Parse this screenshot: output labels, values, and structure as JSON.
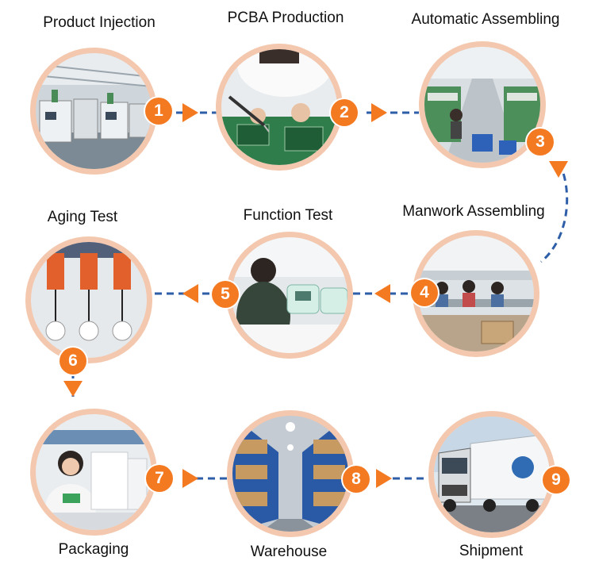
{
  "steps": [
    {
      "num": "1",
      "label": "Product Injection",
      "icon": "injection-machines-photo"
    },
    {
      "num": "2",
      "label": "PCBA Production",
      "icon": "soldering-pcb-photo"
    },
    {
      "num": "3",
      "label": "Automatic Assembling",
      "icon": "assembly-line-photo"
    },
    {
      "num": "4",
      "label": "Manwork Assembling",
      "icon": "workers-assembling-photo"
    },
    {
      "num": "5",
      "label": "Function Test",
      "icon": "function-test-photo"
    },
    {
      "num": "6",
      "label": "Aging Test",
      "icon": "aging-test-rack-photo"
    },
    {
      "num": "7",
      "label": "Packaging",
      "icon": "packaging-worker-photo"
    },
    {
      "num": "8",
      "label": "Warehouse",
      "icon": "warehouse-shelves-photo"
    },
    {
      "num": "9",
      "label": "Shipment",
      "icon": "truck-photo"
    }
  ],
  "colors": {
    "accent": "#f47a22",
    "ring": "#f3c8ae",
    "connector": "#2e5ea8"
  }
}
